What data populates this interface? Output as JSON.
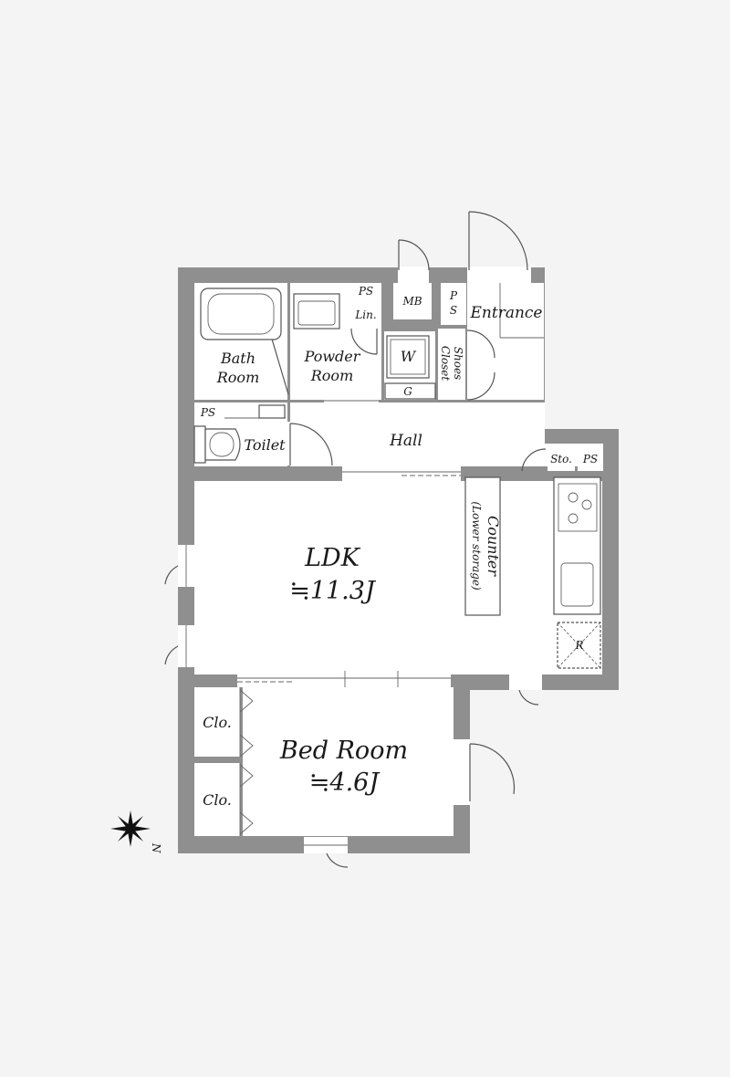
{
  "rooms": {
    "bath_line1": "Bath",
    "bath_line2": "Room",
    "powder_line1": "Powder",
    "powder_line2": "Room",
    "entrance": "Entrance",
    "shoes_line1": "Shoes",
    "shoes_line2": "Closet",
    "hall": "Hall",
    "toilet": "Toilet",
    "ldk": "LDK",
    "ldk_area": "≒11.3J",
    "counter_line1": "Counter",
    "counter_line2": "(Lower storage)",
    "bedroom": "Bed Room",
    "bedroom_area": "≒4.6J",
    "closet_1": "Clo.",
    "closet_2": "Clo."
  },
  "small_labels": {
    "ps_top": "PS",
    "lin": "Lin.",
    "mb": "MB",
    "ps_p": "P",
    "ps_s": "S",
    "washer": "W",
    "gas": "G",
    "ps_left": "PS",
    "storage": "Sto.",
    "ps_right": "PS",
    "fridge": "R"
  },
  "compass": {
    "north_label": "N"
  }
}
